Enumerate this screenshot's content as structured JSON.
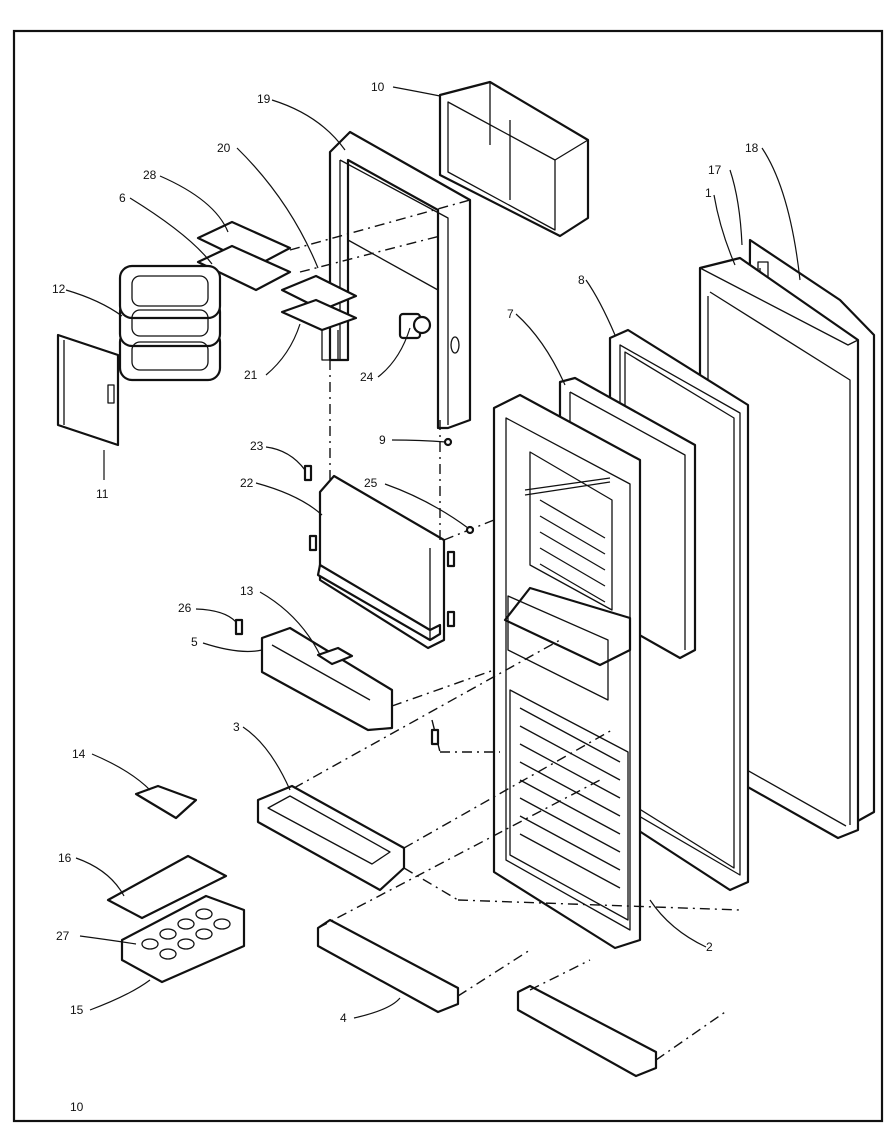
{
  "diagram": {
    "page_number": "10",
    "callouts": {
      "c1": "1",
      "c2": "2",
      "c3": "3",
      "c4": "4",
      "c5": "5",
      "c6": "6",
      "c7": "7",
      "c8": "8",
      "c9": "9",
      "c10": "10",
      "c11": "11",
      "c12": "12",
      "c13": "13",
      "c14": "14",
      "c15": "15",
      "c16": "16",
      "c17": "17",
      "c18": "18",
      "c19": "19",
      "c20": "20",
      "c21": "21",
      "c22": "22",
      "c23": "23",
      "c24": "24",
      "c25": "25",
      "c26": "26",
      "c27": "27",
      "c28": "28"
    }
  }
}
